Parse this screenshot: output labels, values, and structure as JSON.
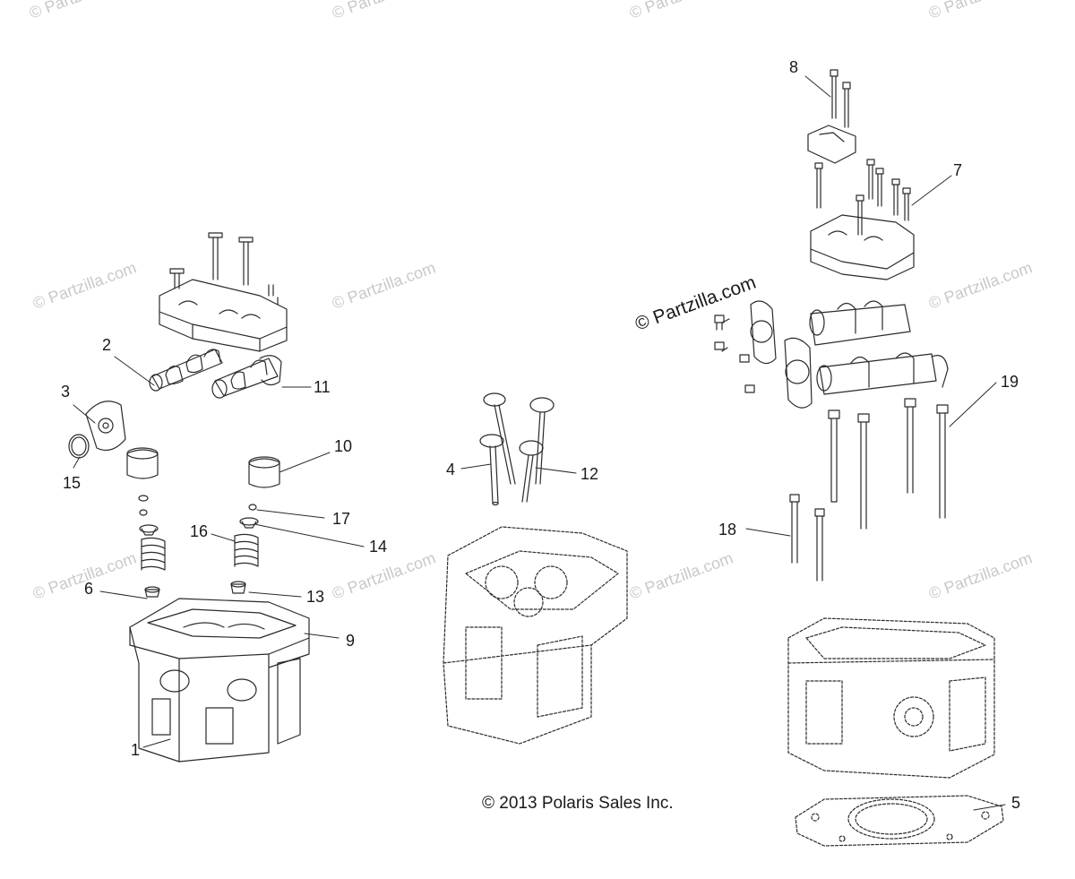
{
  "watermark": "© Partzilla.com",
  "main_watermark": "© Partzilla.com",
  "copyright": "© 2013 Polaris Sales Inc.",
  "callouts": {
    "c1": "1",
    "c2": "2",
    "c3": "3",
    "c4": "4",
    "c5": "5",
    "c6": "6",
    "c7": "7",
    "c8": "8",
    "c9": "9",
    "c10": "10",
    "c11": "11",
    "c12": "12",
    "c13": "13",
    "c14": "14",
    "c15": "15",
    "c16": "16",
    "c17": "17",
    "c18": "18",
    "c19": "19"
  }
}
